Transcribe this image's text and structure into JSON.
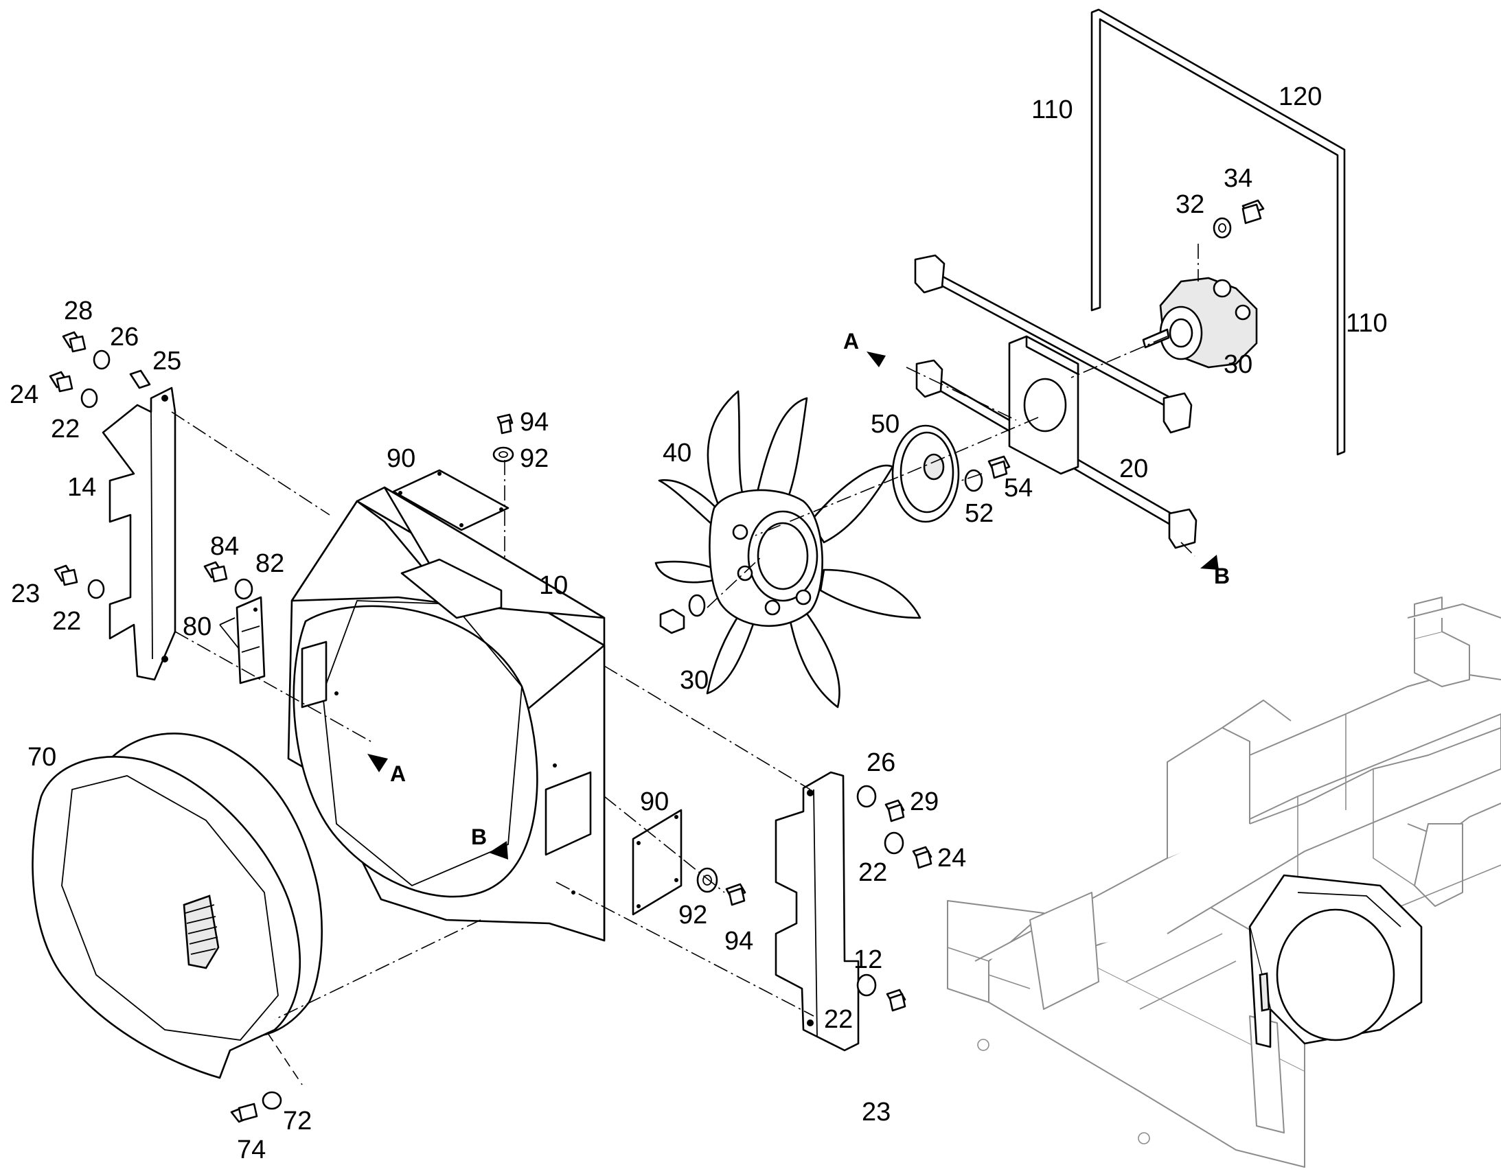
{
  "labels": {
    "l10": "10",
    "l12": "12",
    "l14": "14",
    "l20": "20",
    "l22a": "22",
    "l22b": "22",
    "l22c": "22",
    "l22d": "22",
    "l23a": "23",
    "l23b": "23",
    "l24a": "24",
    "l24b": "24",
    "l25": "25",
    "l26a": "26",
    "l26b": "26",
    "l28": "28",
    "l29": "29",
    "l30a": "30",
    "l30b": "30",
    "l32": "32",
    "l34": "34",
    "l40": "40",
    "l50": "50",
    "l52": "52",
    "l54": "54",
    "l70": "70",
    "l72": "72",
    "l74": "74",
    "l80": "80",
    "l82": "82",
    "l84": "84",
    "l90a": "90",
    "l90b": "90",
    "l92a": "92",
    "l92b": "92",
    "l94a": "94",
    "l94b": "94",
    "l110a": "110",
    "l110b": "110",
    "l120": "120"
  },
  "view_markers": {
    "a1": "A",
    "a2": "A",
    "b1": "B",
    "b2": "B"
  }
}
